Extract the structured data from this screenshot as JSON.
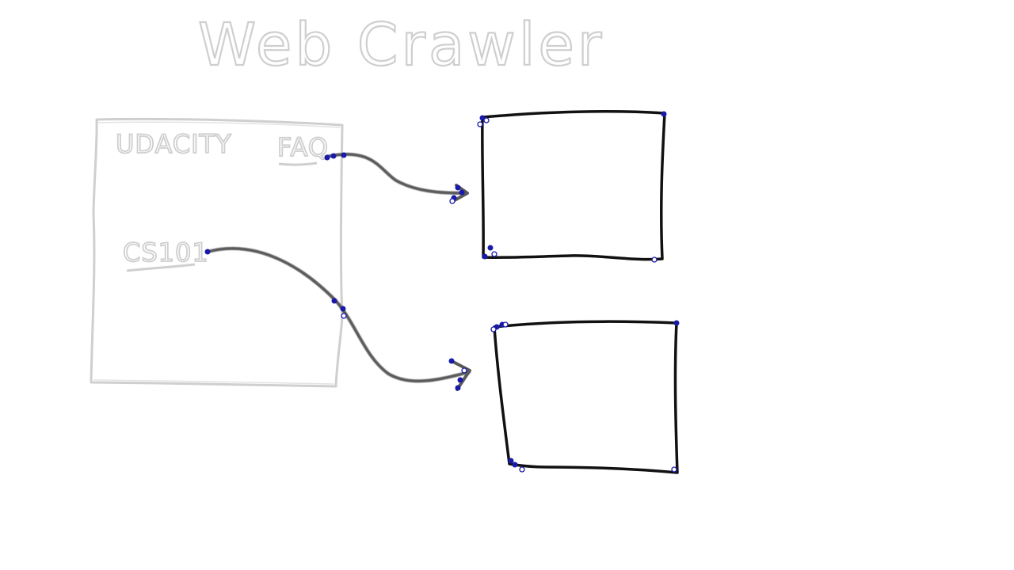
{
  "title": "Web Crawler",
  "source_page": {
    "name": "UDACITY",
    "links": [
      "FAQ",
      "CS101"
    ]
  },
  "colors": {
    "faded_ink": "#cfcfcf",
    "faded_ink_shadow": "#b8b8b8",
    "ink": "#111111",
    "arrow_ink": "#5a5a5a",
    "handle": "#1a1aaa"
  }
}
